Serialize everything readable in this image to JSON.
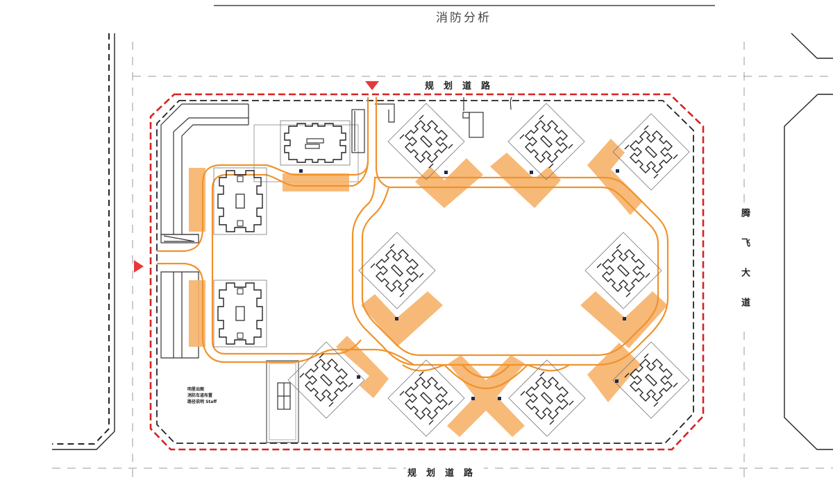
{
  "title": "消防分析",
  "labels": {
    "road_top": "规划道路",
    "road_bottom": "规划道路",
    "road_right": "腾飞大道"
  },
  "note": {
    "line1": "明星出图",
    "line2": "消防车道布置",
    "line3": "路径说明 Staff"
  },
  "legend_semantics": {
    "fire_lane": "orange loop road",
    "fire_rescue_area": "orange rescue platforms",
    "site_boundary": "red dashed line",
    "building_setback": "black dashed line",
    "entrance_markers": [
      "top entrance (red triangle)",
      "west entrance (red triangle)"
    ]
  },
  "colors": {
    "fire_lane": "#f0922b",
    "rescue_area": "#f7b26a",
    "boundary_red": "#d62222",
    "line_dark": "#222222",
    "line_grey": "#888888",
    "entrance": "#e8383b"
  }
}
